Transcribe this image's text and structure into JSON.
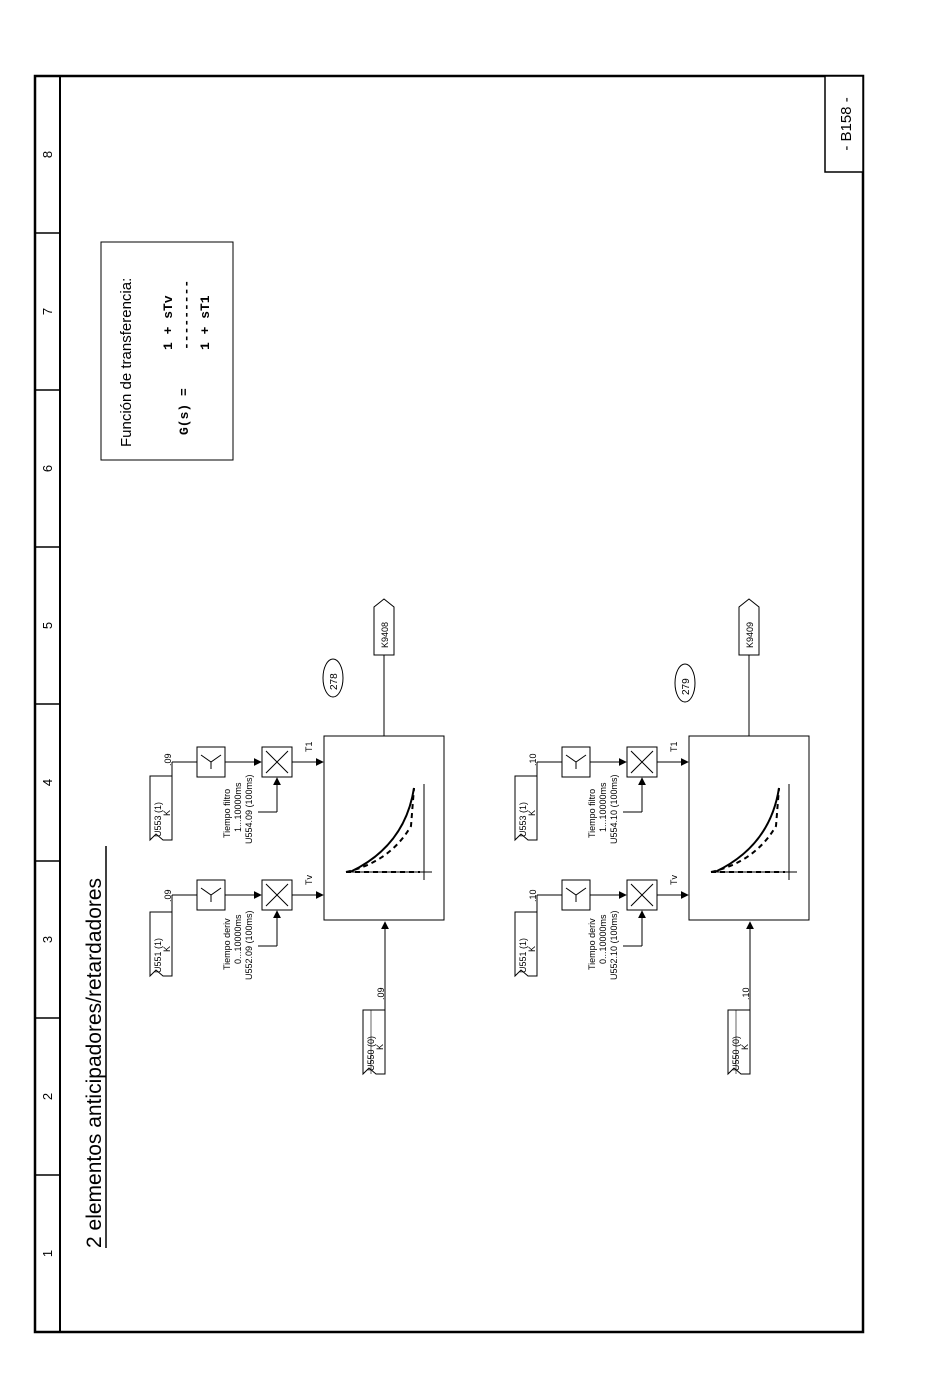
{
  "sheet": {
    "title": "2 elementos anticipadores/retardadores",
    "page_number": "- B158 -",
    "columns": [
      "1",
      "2",
      "3",
      "4",
      "5",
      "6",
      "7",
      "8"
    ]
  },
  "transfer_function": {
    "heading": "Función de transferencia:",
    "lhs": "G(s) =",
    "numerator": "1 + sTv",
    "fraction_bar": "---------",
    "denominator": "1 + sT1"
  },
  "blocks": [
    {
      "number": "278",
      "output": "K9408",
      "input_param": "U550 (0)",
      "input_index": ".09",
      "deriv_param": "U551 (1)",
      "deriv_index": ".09",
      "deriv_label": "Tiempo deriv",
      "deriv_range": "0...10000ms",
      "deriv_time_param": "U552.09 (100ms)",
      "filter_param": "U553 (1)",
      "filter_index": ".09",
      "filter_label": "Tiempo filtro",
      "filter_range": "1...10000ms",
      "filter_time_param": "U554.09 (100ms)",
      "connector_k": "K",
      "tv_label": "Tv",
      "t1_label": "T1"
    },
    {
      "number": "279",
      "output": "K9409",
      "input_param": "U550 (0)",
      "input_index": ".10",
      "deriv_param": "U551 (1)",
      "deriv_index": ".10",
      "deriv_label": "Tiempo deriv",
      "deriv_range": "0...10000ms",
      "deriv_time_param": "U552.10 (100ms)",
      "filter_param": "U553 (1)",
      "filter_index": ".10",
      "filter_label": "Tiempo filtro",
      "filter_range": "1...10000ms",
      "filter_time_param": "U554.10 (100ms)",
      "connector_k": "K",
      "tv_label": "Tv",
      "t1_label": "T1"
    }
  ]
}
